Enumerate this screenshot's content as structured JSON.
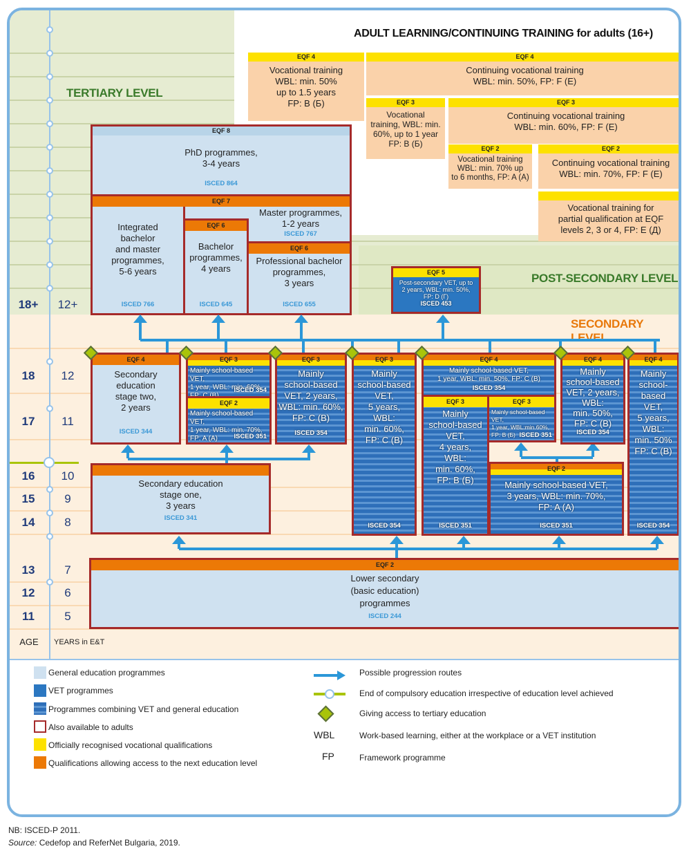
{
  "levels": {
    "adult": "ADULT LEARNING/CONTINUING TRAINING for adults (16+)",
    "tertiary": "TERTIARY LEVEL",
    "post_secondary": "POST-SECONDARY LEVEL",
    "secondary": "SECONDARY LEVEL"
  },
  "axis": {
    "age_label": "AGE",
    "years_label": "YEARS in E&T",
    "rows": [
      {
        "age": "18+",
        "years": "12+"
      },
      {
        "age": "18",
        "years": "12"
      },
      {
        "age": "17",
        "years": "11"
      },
      {
        "age": "16",
        "years": "10"
      },
      {
        "age": "15",
        "years": "9"
      },
      {
        "age": "14",
        "years": "8"
      },
      {
        "age": "13",
        "years": "7"
      },
      {
        "age": "12",
        "years": "6"
      },
      {
        "age": "11",
        "years": "5"
      }
    ]
  },
  "adult": [
    {
      "eqf": "EQF 4",
      "text": "Vocational training\nWBL: min. 50%\nup to 1.5 years\nFP: B (Б)"
    },
    {
      "eqf": "EQF 4",
      "text": "Continuing vocational training\nWBL: min. 50%, FP: F (E)"
    },
    {
      "eqf": "EQF 3",
      "text": "Vocational\ntraining, WBL: min.\n60%, up to 1 year\nFP: B (Б)"
    },
    {
      "eqf": "EQF 3",
      "text": "Continuing vocational training\nWBL: min. 60%, FP: F (E)"
    },
    {
      "eqf": "EQF 2",
      "text": "Vocational training\nWBL: min. 70% up\nto 6 months, FP: A (A)"
    },
    {
      "eqf": "EQF 2",
      "text": "Continuing vocational training\nWBL: min. 70%, FP: F (E)"
    },
    {
      "eqf": "",
      "text": "Vocational training for\npartial qualification at EQF\nlevels 2, 3 or 4, FP: E (Д)"
    }
  ],
  "tertiary": {
    "phd": {
      "eqf": "EQF 8",
      "text": "PhD programmes,\n3-4 years",
      "isced": "ISCED 864"
    },
    "eqf7": "EQF 7",
    "integrated": {
      "text": "Integrated\nbachelor\nand master\nprogrammes,\n5-6 years",
      "isced": "ISCED 766"
    },
    "master": {
      "text": "Master programmes,\n1-2 years",
      "isced": "ISCED 767"
    },
    "bachelor": {
      "eqf": "EQF 6",
      "text": "Bachelor\nprogrammes,\n4 years",
      "isced": "ISCED 645"
    },
    "prof_bachelor": {
      "eqf": "EQF 6",
      "text": "Professional bachelor\nprogrammes,\n3 years",
      "isced": "ISCED 655"
    }
  },
  "post_secondary": {
    "eqf": "EQF 5",
    "text": "Post-secondary VET, up to\n2 years, WBL: min. 50%,\nFP: D (Г)",
    "isced": "ISCED 453"
  },
  "secondary": {
    "gen_stage_two": {
      "eqf": "EQF 4",
      "text": "Secondary\neducation\nstage two,\n2 years",
      "isced": "ISCED 344"
    },
    "vet_1y_eqf3": {
      "eqf": "EQF 3",
      "text": "Mainly school-based VET,\n1 year, WBL: min. 60%,\nFP: C (B)",
      "isced": "ISCED 354"
    },
    "vet_1y_eqf2": {
      "eqf": "EQF 2",
      "text": "Mainly school-based VET,\n1 year, WBL: min. 70%,\nFP: A (A)",
      "isced": "ISCED 351"
    },
    "vet_2y_eqf3": {
      "eqf": "EQF 3",
      "text": "Mainly\nschool-based\nVET, 2 years,\nWBL: min. 60%,\nFP: C (B)",
      "isced": "ISCED 354"
    },
    "vet_5y_eqf3": {
      "eqf": "EQF 3",
      "text": "Mainly\nschool-based\nVET,\n5 years,\nWBL:\nmin. 60%,\nFP: C (B)",
      "isced": "ISCED 354"
    },
    "vet_1y_eqf4": {
      "eqf": "EQF 4",
      "text": "Mainly school-based VET,\n1 year, WBL: min. 50%, FP: C (B)",
      "isced": "ISCED 354"
    },
    "vet_4y_eqf3": {
      "eqf": "EQF 3",
      "text": "Mainly\nschool-based\nVET,\n4 years,\nWBL:\nmin. 60%,\nFP: B (Б)",
      "isced": "ISCED 351"
    },
    "vet_1y_eqf3b": {
      "eqf": "EQF 3",
      "text": "Mainly school-based VET,\n1 year, WBL:min.60%,\nFP: B (Б)",
      "isced": "ISCED 351"
    },
    "vet_2y_eqf4": {
      "eqf": "EQF 4",
      "text": "Mainly\nschool-based\nVET, 2 years,\nWBL:\nmin. 50%,\nFP: C (B)",
      "isced": "ISCED 354"
    },
    "vet_5y_eqf4": {
      "eqf": "EQF 4",
      "text": "Mainly\nschool-\nbased VET,\n5 years,\nWBL:\nmin. 50%\nFP: C (B)",
      "isced": "ISCED 354"
    },
    "vet_3y_eqf2": {
      "eqf": "EQF 2",
      "text": "Mainly school-based VET,\n3 years, WBL: min. 70%,\nFP: A (A)",
      "isced": "ISCED 351"
    },
    "gen_stage_one": {
      "eqf": "",
      "text": "Secondary education\nstage one,\n3 years",
      "isced": "ISCED 341"
    },
    "lower_secondary": {
      "eqf": "EQF 2",
      "text": "Lower secondary\n(basic education)\nprogrammes",
      "isced": "ISCED 244"
    }
  },
  "legend": {
    "left": [
      {
        "icon": "general-education-swatch",
        "label": "General education programmes"
      },
      {
        "icon": "vet-swatch",
        "label": "VET programmes"
      },
      {
        "icon": "combined-swatch",
        "label": "Programmes combining VET and general education"
      },
      {
        "icon": "adults-swatch",
        "label": "Also available to adults"
      },
      {
        "icon": "vocational-qualification-swatch",
        "label": "Officially recognised vocational qualifications"
      },
      {
        "icon": "access-qualification-swatch",
        "label": "Qualifications allowing access to the next education level"
      }
    ],
    "right": [
      {
        "icon": "arrow-icon",
        "label": "Possible progression routes"
      },
      {
        "icon": "compulsory-end-icon",
        "label": "End of compulsory education irrespective of education level achieved"
      },
      {
        "icon": "diamond-icon",
        "label": "Giving access to  tertiary education"
      },
      {
        "abbr": "WBL",
        "label": "Work-based learning, either at the workplace or a VET institution"
      },
      {
        "abbr": "FP",
        "label": "Framework programme"
      }
    ]
  },
  "notes": {
    "nb": "NB: ISCED-P 2011.",
    "source_label": "Source:",
    "source_text": " Cedefop and ReferNet Bulgaria, 2019."
  },
  "colors": {
    "general": "#cfe1f0",
    "vet": "#2b77c1",
    "adult_border": "#a52a2a",
    "vocational_qual": "#fde100",
    "access_qual": "#ec7906",
    "arrow": "#2b97d8",
    "diamond": "#a9c40a",
    "tertiary_title": "#3a7a2a",
    "secondary_title": "#e8780a"
  }
}
